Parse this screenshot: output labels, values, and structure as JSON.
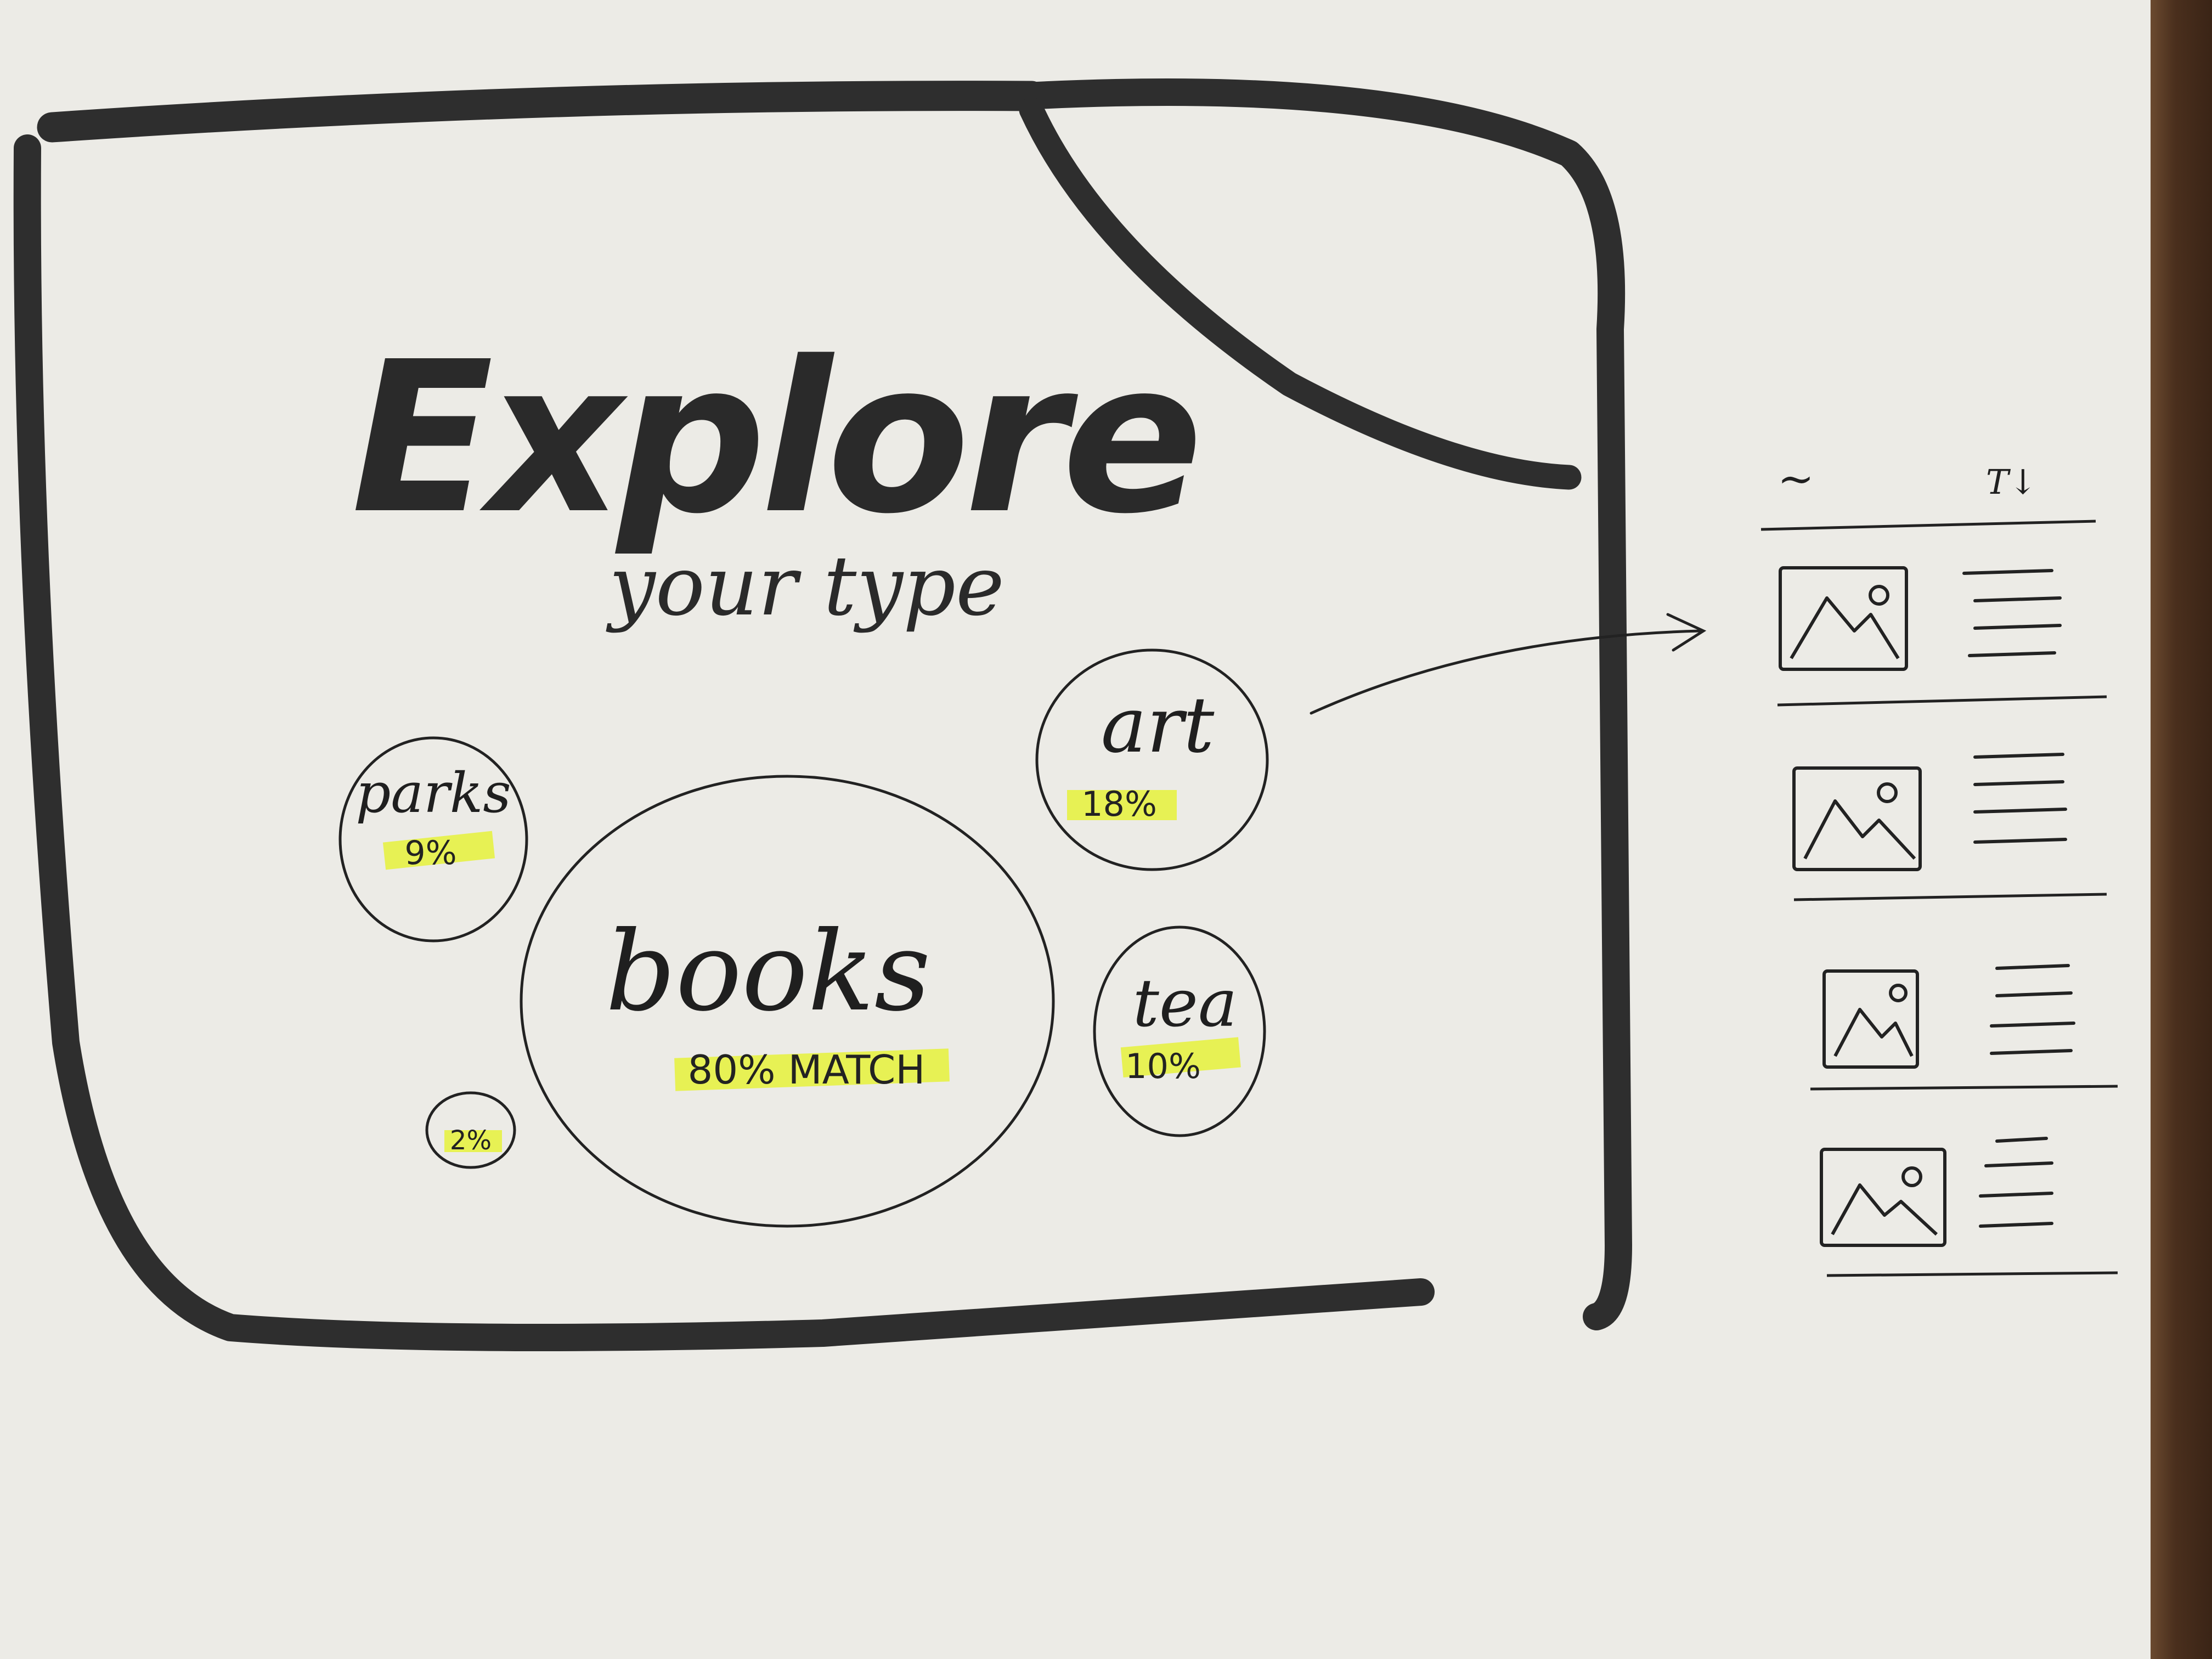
{
  "app": {
    "title": "Explore",
    "subtitle": "your type"
  },
  "bubbles": [
    {
      "label": "books",
      "percent_text": "80% MATCH",
      "match_percent": 80
    },
    {
      "label": "art",
      "percent_text": "18%",
      "match_percent": 18
    },
    {
      "label": "parks",
      "percent_text": "9%",
      "match_percent": 9
    },
    {
      "label": "tea",
      "percent_text": "10%",
      "match_percent": 10
    },
    {
      "label": "",
      "percent_text": "2%",
      "match_percent": 2
    }
  ],
  "detail_panel": {
    "header_left": "~",
    "header_right": "T↓",
    "list_items": [
      {
        "icon": "image-placeholder-icon"
      },
      {
        "icon": "image-placeholder-icon"
      },
      {
        "icon": "image-placeholder-icon"
      },
      {
        "icon": "image-placeholder-icon"
      }
    ]
  },
  "colors": {
    "paper": "#ecebe6",
    "ink": "#1f1f1f",
    "highlighter": "#e6f23a",
    "table": "#4a2f1d"
  }
}
